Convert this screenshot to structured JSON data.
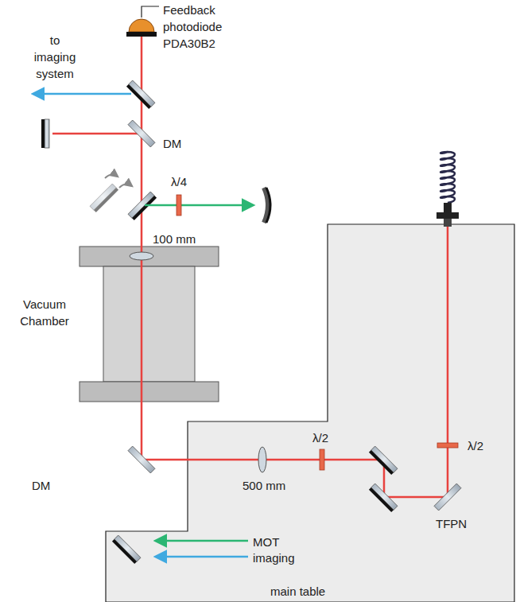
{
  "diagram": {
    "labels": [
      "Feedback photodiode PDA30B2",
      "to imaging system",
      "DM",
      "λ/4",
      "100 mm",
      "Vacuum Chamber",
      "DM",
      "500 mm",
      "λ/2",
      "λ/2",
      "TFPN",
      "MOT",
      "imaging",
      "main table"
    ]
  }
}
